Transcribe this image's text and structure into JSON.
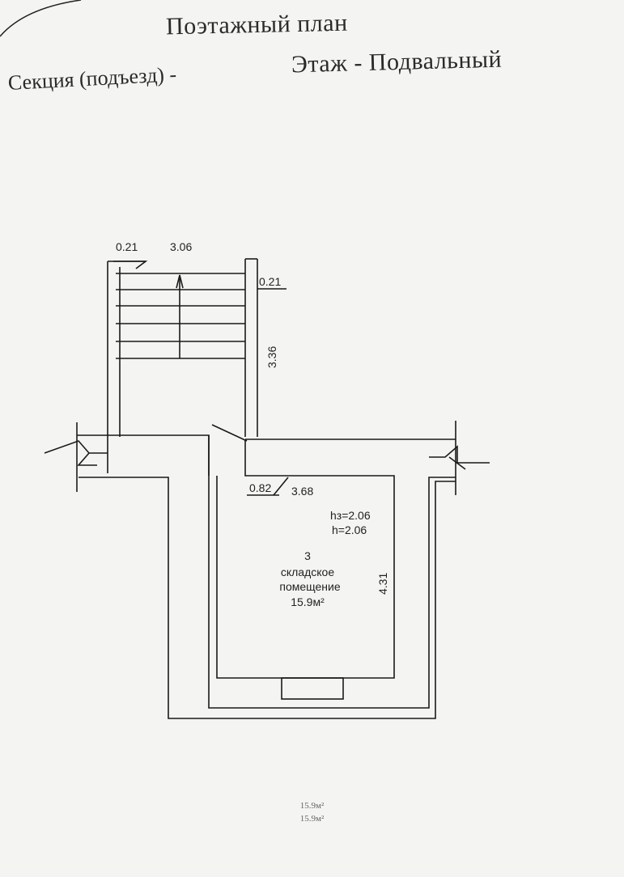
{
  "header": {
    "title": "Поэтажный план",
    "section": "Секция (подъезд) -",
    "floor": "Этаж  - Подвальный"
  },
  "plan": {
    "stair": {
      "dim_wall_left": "0.21",
      "dim_width": "3.06",
      "dim_wall_right": "0.21",
      "dim_length": "3.36"
    },
    "room": {
      "dim_wall": "0.82",
      "dim_width": "3.68",
      "dim_length": "4.31",
      "hz": "hз=2.06",
      "h": "h=2.06",
      "number": "3",
      "name_line1": "складское",
      "name_line2": "помещение",
      "area": "15.9м²"
    }
  },
  "totals": {
    "line1": "15.9м²",
    "line2": "15.9м²"
  }
}
